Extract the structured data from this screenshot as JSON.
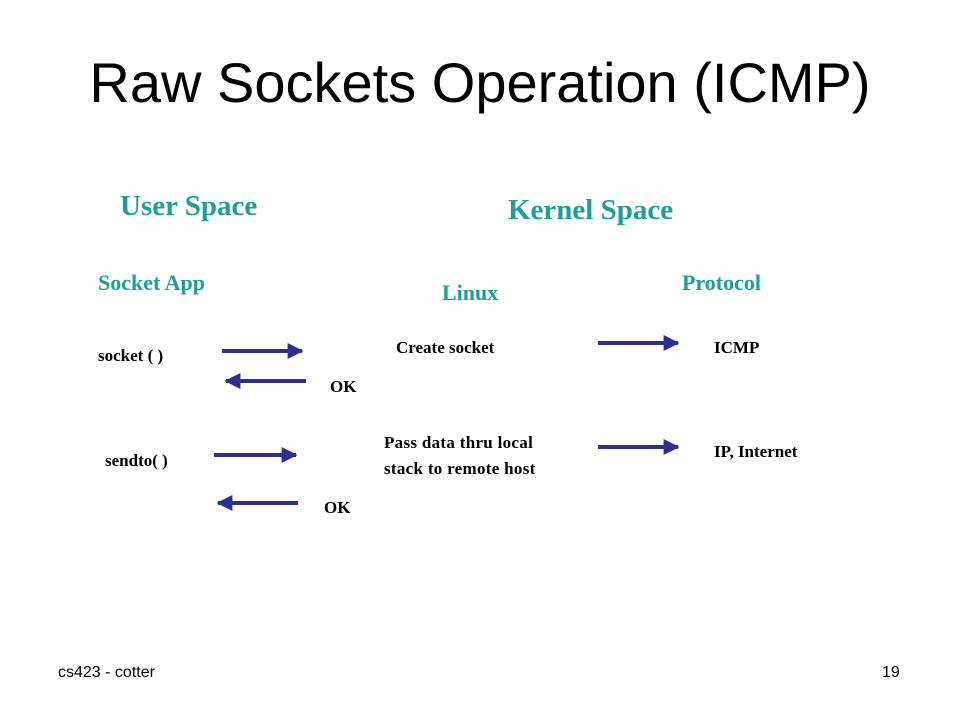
{
  "slide": {
    "title": "Raw Sockets Operation (ICMP)",
    "footer_left": "cs423 - cotter",
    "page_number": "19"
  },
  "headers": {
    "user_space": "User Space",
    "kernel_space": "Kernel Space",
    "socket_app": "Socket App",
    "linux": "Linux",
    "protocol": "Protocol"
  },
  "calls": {
    "socket": "socket ( )",
    "ok_1": "OK",
    "create_socket": "Create socket",
    "icmp": "ICMP",
    "sendto": "sendto( )",
    "pass_line1": "Pass data thru local",
    "pass_line2": "stack to remote host",
    "ip_internet": "IP, Internet",
    "ok_2": "OK"
  },
  "colors": {
    "heading": "#1f9c9c",
    "arrow": "#2e2e8f"
  }
}
